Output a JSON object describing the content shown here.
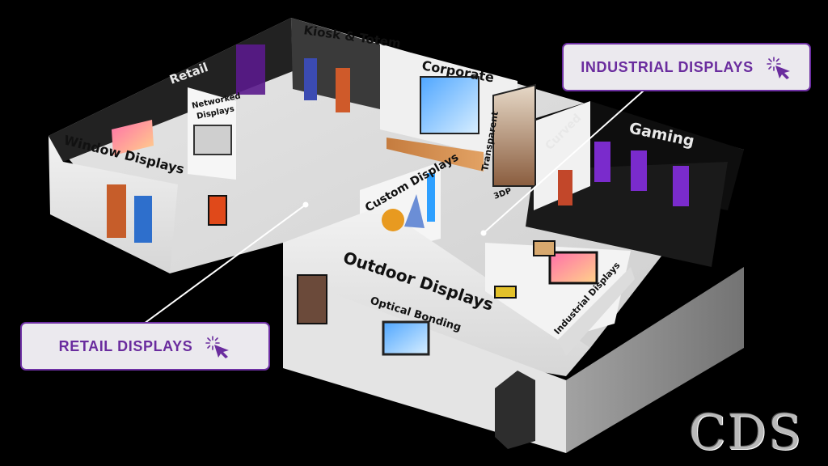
{
  "hotspots": {
    "industrial": {
      "label": "INDUSTRIAL DISPLAYS",
      "icon": "click-cursor-icon"
    },
    "retail": {
      "label": "RETAIL DISPLAYS",
      "icon": "click-cursor-icon"
    }
  },
  "zones": {
    "retail": "Retail",
    "networked": [
      "Networked",
      "Displays"
    ],
    "kiosk_totem": "Kiosk & Totem",
    "corporate": "Corporate",
    "transparent": "Transparent",
    "curved": "Curved",
    "gaming": "Gaming",
    "window_displays": "Window Displays",
    "custom_displays": "Custom Displays",
    "three_dp": "3DP",
    "outdoor_displays": "Outdoor Displays",
    "optical_bonding": "Optical Bonding",
    "industrial_displays": "Industrial Displays"
  },
  "logo": {
    "text": "CDS"
  },
  "colors": {
    "accent": "#6a2c9e",
    "button_bg": "#ebe9ee",
    "background": "#000000"
  }
}
